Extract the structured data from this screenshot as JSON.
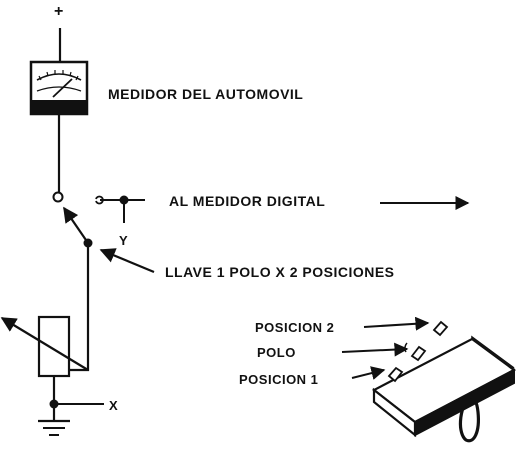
{
  "colors": {
    "ink": "#111111",
    "background": "#ffffff"
  },
  "labels": {
    "plus": "+",
    "meter": "MEDIDOR DEL AUTOMOVIL",
    "digital": "AL MEDIDOR DIGITAL",
    "y": "Y",
    "switch": "LLAVE 1 POLO X 2 POSICIONES",
    "x": "X",
    "pos2": "POSICION 2",
    "polo": "POLO",
    "pos1": "POSICION 1"
  },
  "icons": [
    "analog-meter-icon",
    "variable-resistor-icon",
    "ground-icon",
    "switch-icon",
    "toggle-switch-device-icon"
  ]
}
